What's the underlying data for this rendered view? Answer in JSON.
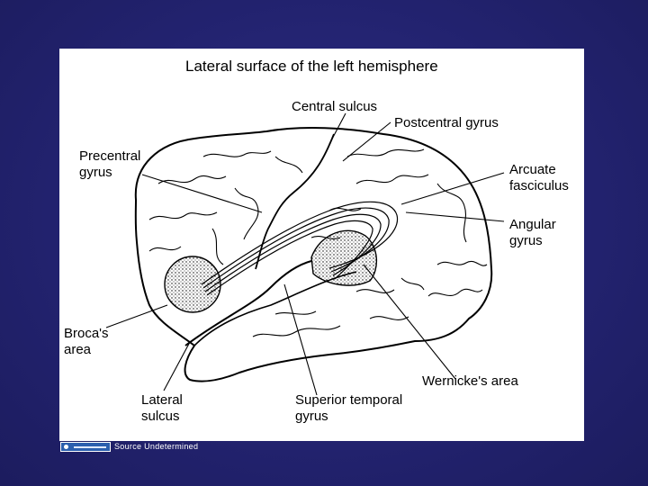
{
  "diagram": {
    "title": "Lateral surface of the left hemisphere",
    "labels": {
      "central_sulcus": "Central sulcus",
      "postcentral_gyrus": "Postcentral gyrus",
      "precentral_gyrus_line1": "Precentral",
      "precentral_gyrus_line2": "gyrus",
      "arcuate_fasciculus_line1": "Arcuate",
      "arcuate_fasciculus_line2": "fasciculus",
      "angular_gyrus_line1": "Angular",
      "angular_gyrus_line2": "gyrus",
      "brocas_area_line1": "Broca's",
      "brocas_area_line2": "area",
      "wernickes_area": "Wernicke's area",
      "lateral_sulcus_line1": "Lateral",
      "lateral_sulcus_line2": "sulcus",
      "superior_temporal_gyrus_line1": "Superior temporal",
      "superior_temporal_gyrus_line2": "gyrus"
    }
  },
  "footer": {
    "source_text": "Source Undetermined"
  },
  "colors": {
    "slide_background": "#22226e",
    "panel": "#ffffff",
    "ink": "#000000"
  }
}
